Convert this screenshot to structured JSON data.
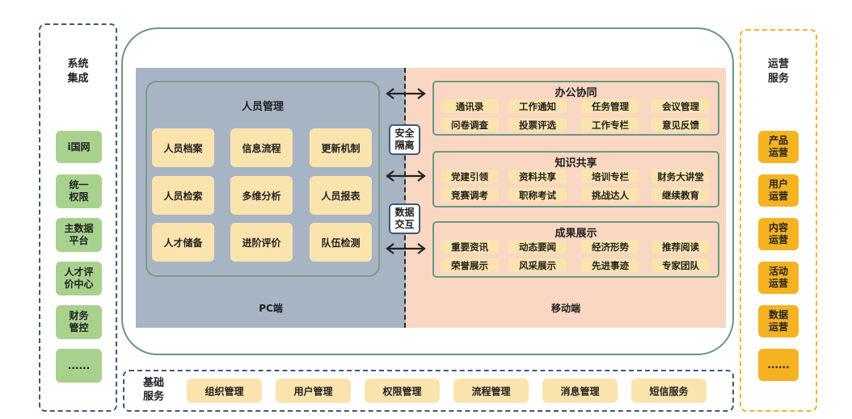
{
  "left_panel": {
    "title_lines": [
      "系统",
      "集成"
    ],
    "items": [
      {
        "lines": [
          "i国网"
        ]
      },
      {
        "lines": [
          "统一",
          "权限"
        ]
      },
      {
        "lines": [
          "主数据",
          "平台"
        ]
      },
      {
        "lines": [
          "人才评",
          "价中心"
        ]
      },
      {
        "lines": [
          "财务",
          "管控"
        ]
      },
      {
        "lines": [
          "......"
        ]
      }
    ]
  },
  "right_panel": {
    "title_lines": [
      "运营",
      "服务"
    ],
    "items": [
      {
        "lines": [
          "产品",
          "运营"
        ]
      },
      {
        "lines": [
          "用户",
          "运营"
        ]
      },
      {
        "lines": [
          "内容",
          "运营"
        ]
      },
      {
        "lines": [
          "活动",
          "运营"
        ]
      },
      {
        "lines": [
          "数据",
          "运营"
        ]
      },
      {
        "lines": [
          "......"
        ]
      }
    ]
  },
  "pc": {
    "label": "PC端",
    "mgmt_title": "人员管理",
    "items": [
      "人员档案",
      "信息流程",
      "更新机制",
      "人员检索",
      "多维分析",
      "人员报表",
      "人才储备",
      "进阶评价",
      "队伍检测"
    ]
  },
  "center": {
    "security": [
      "安全",
      "隔离"
    ],
    "data": [
      "数据",
      "交互"
    ]
  },
  "mobile": {
    "label": "移动端",
    "groups": [
      {
        "title": "办公协同",
        "items": [
          "通讯录",
          "工作通知",
          "任务管理",
          "会议管理",
          "问卷调查",
          "投票评选",
          "工作专栏",
          "意见反馈"
        ]
      },
      {
        "title": "知识共享",
        "items": [
          "党建引领",
          "资料共享",
          "培训专栏",
          "财务大讲堂",
          "竞赛调考",
          "职称考试",
          "挑战达人",
          "继续教育"
        ]
      },
      {
        "title": "成果展示",
        "items": [
          "重要资讯",
          "动态要闻",
          "经济形势",
          "推荐阅读",
          "荣誉展示",
          "风采展示",
          "先进事迹",
          "专家团队"
        ]
      }
    ]
  },
  "base": {
    "title_lines": [
      "基础",
      "服务"
    ],
    "items": [
      "组织管理",
      "用户管理",
      "权限管理",
      "流程管理",
      "消息管理",
      "短信服务"
    ]
  },
  "colors": {
    "green": "#a9d18e",
    "orange": "#f5b323",
    "pale_yellow": "#fbe3ae",
    "pc_bg": "#a7b4c4",
    "mobile_bg": "#f9d7c2",
    "frame": "#6a9880",
    "navy": "#3d5a7a"
  }
}
